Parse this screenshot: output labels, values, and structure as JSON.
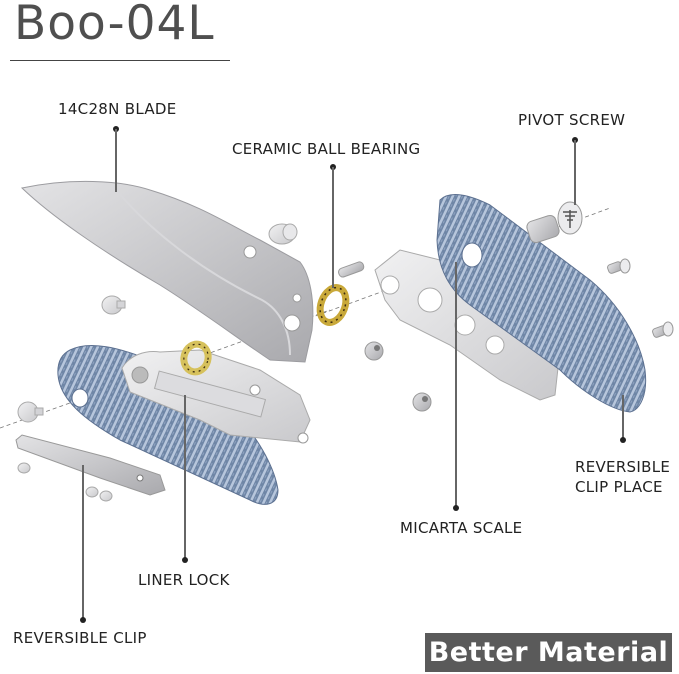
{
  "header": {
    "title": "Boo-04L"
  },
  "labels": {
    "blade": "14C28N BLADE",
    "bearing": "CERAMIC BALL BEARING",
    "pivot_screw": "PIVOT SCREW",
    "clip_place_line1": "REVERSIBLE",
    "clip_place_line2": "CLIP PLACE",
    "micarta_scale": "MICARTA SCALE",
    "liner_lock": "LINER LOCK",
    "reversible_clip": "REVERSIBLE CLIP"
  },
  "badge": {
    "text": "Better Material",
    "bg_color": "#5a5a5a"
  },
  "colors": {
    "steel": "#c9c9cb",
    "steel_dark": "#9a9a9e",
    "micarta": "#6f86a6",
    "micarta_light": "#b7c6dc",
    "bearing_gold": "#c9a93a",
    "title_gray": "#4f4f4f"
  }
}
